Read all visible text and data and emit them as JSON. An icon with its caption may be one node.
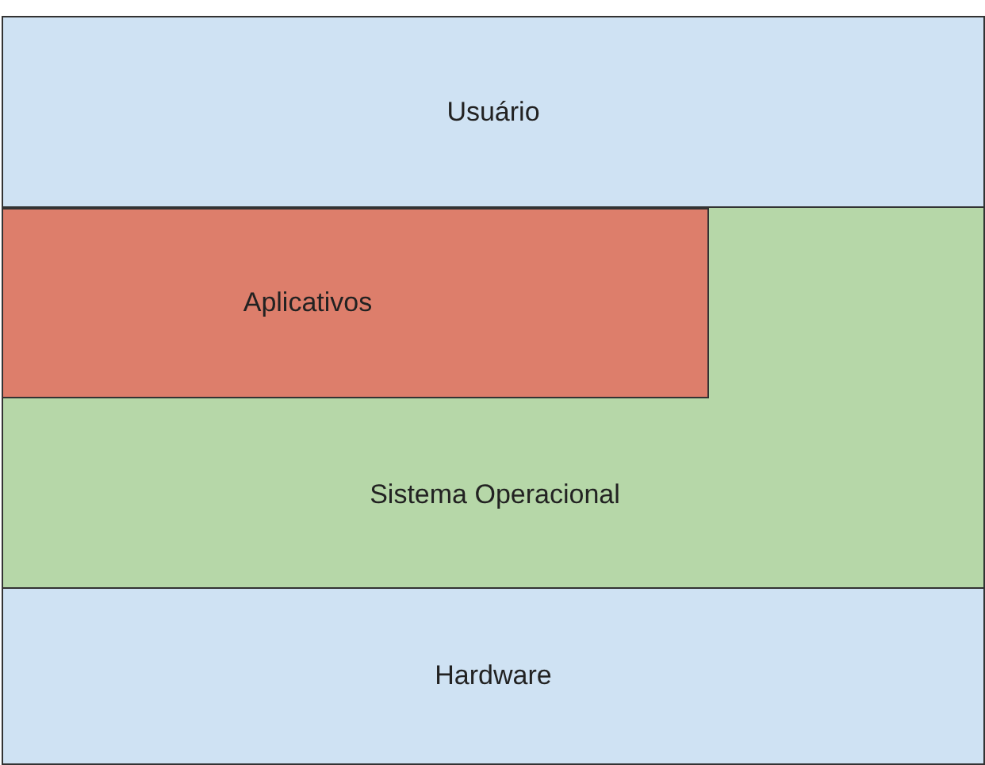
{
  "diagram": {
    "nodes": [
      {
        "text": [
          "Usuário"
        ]
      },
      {
        "text": [
          "Sistema Operacional"
        ]
      },
      {
        "text": [
          "Aplicativos"
        ],
        "in": 1
      },
      {
        "text": [
          "Hardware"
        ]
      }
    ]
  }
}
